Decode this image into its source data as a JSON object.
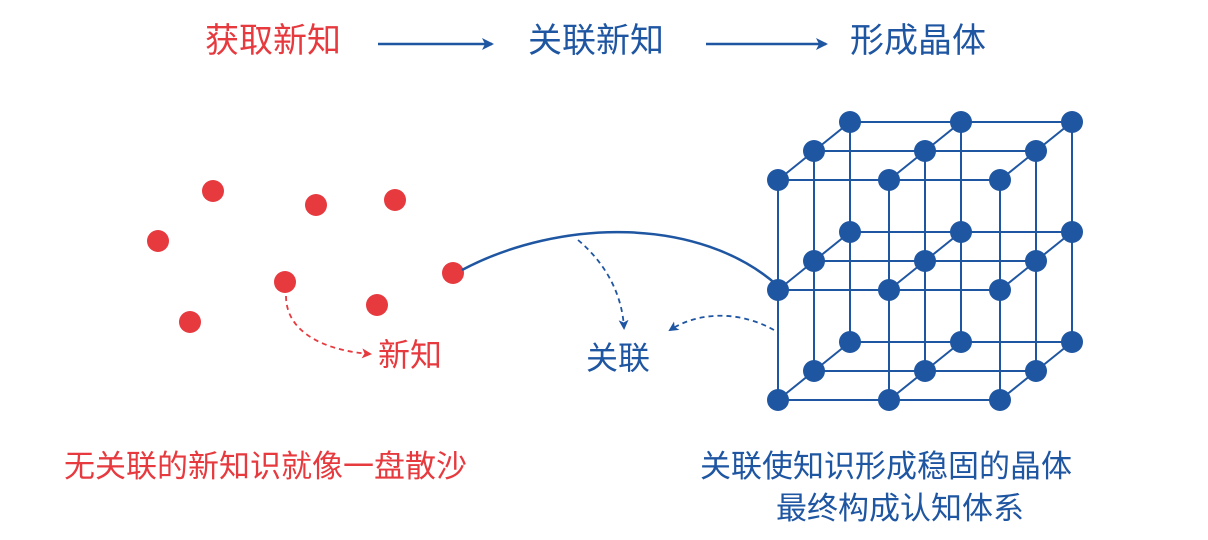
{
  "colors": {
    "red": "#e63a3f",
    "blue": "#1f56a2"
  },
  "steps": [
    "获取新知",
    "关联新知",
    "形成晶体"
  ],
  "labels": {
    "new_knowledge": "新知",
    "association": "关联"
  },
  "captions": {
    "left": "无关联的新知识就像一盘散沙",
    "right_line1": "关联使知识形成稳固的晶体",
    "right_line2": "最终构成认知体系"
  }
}
